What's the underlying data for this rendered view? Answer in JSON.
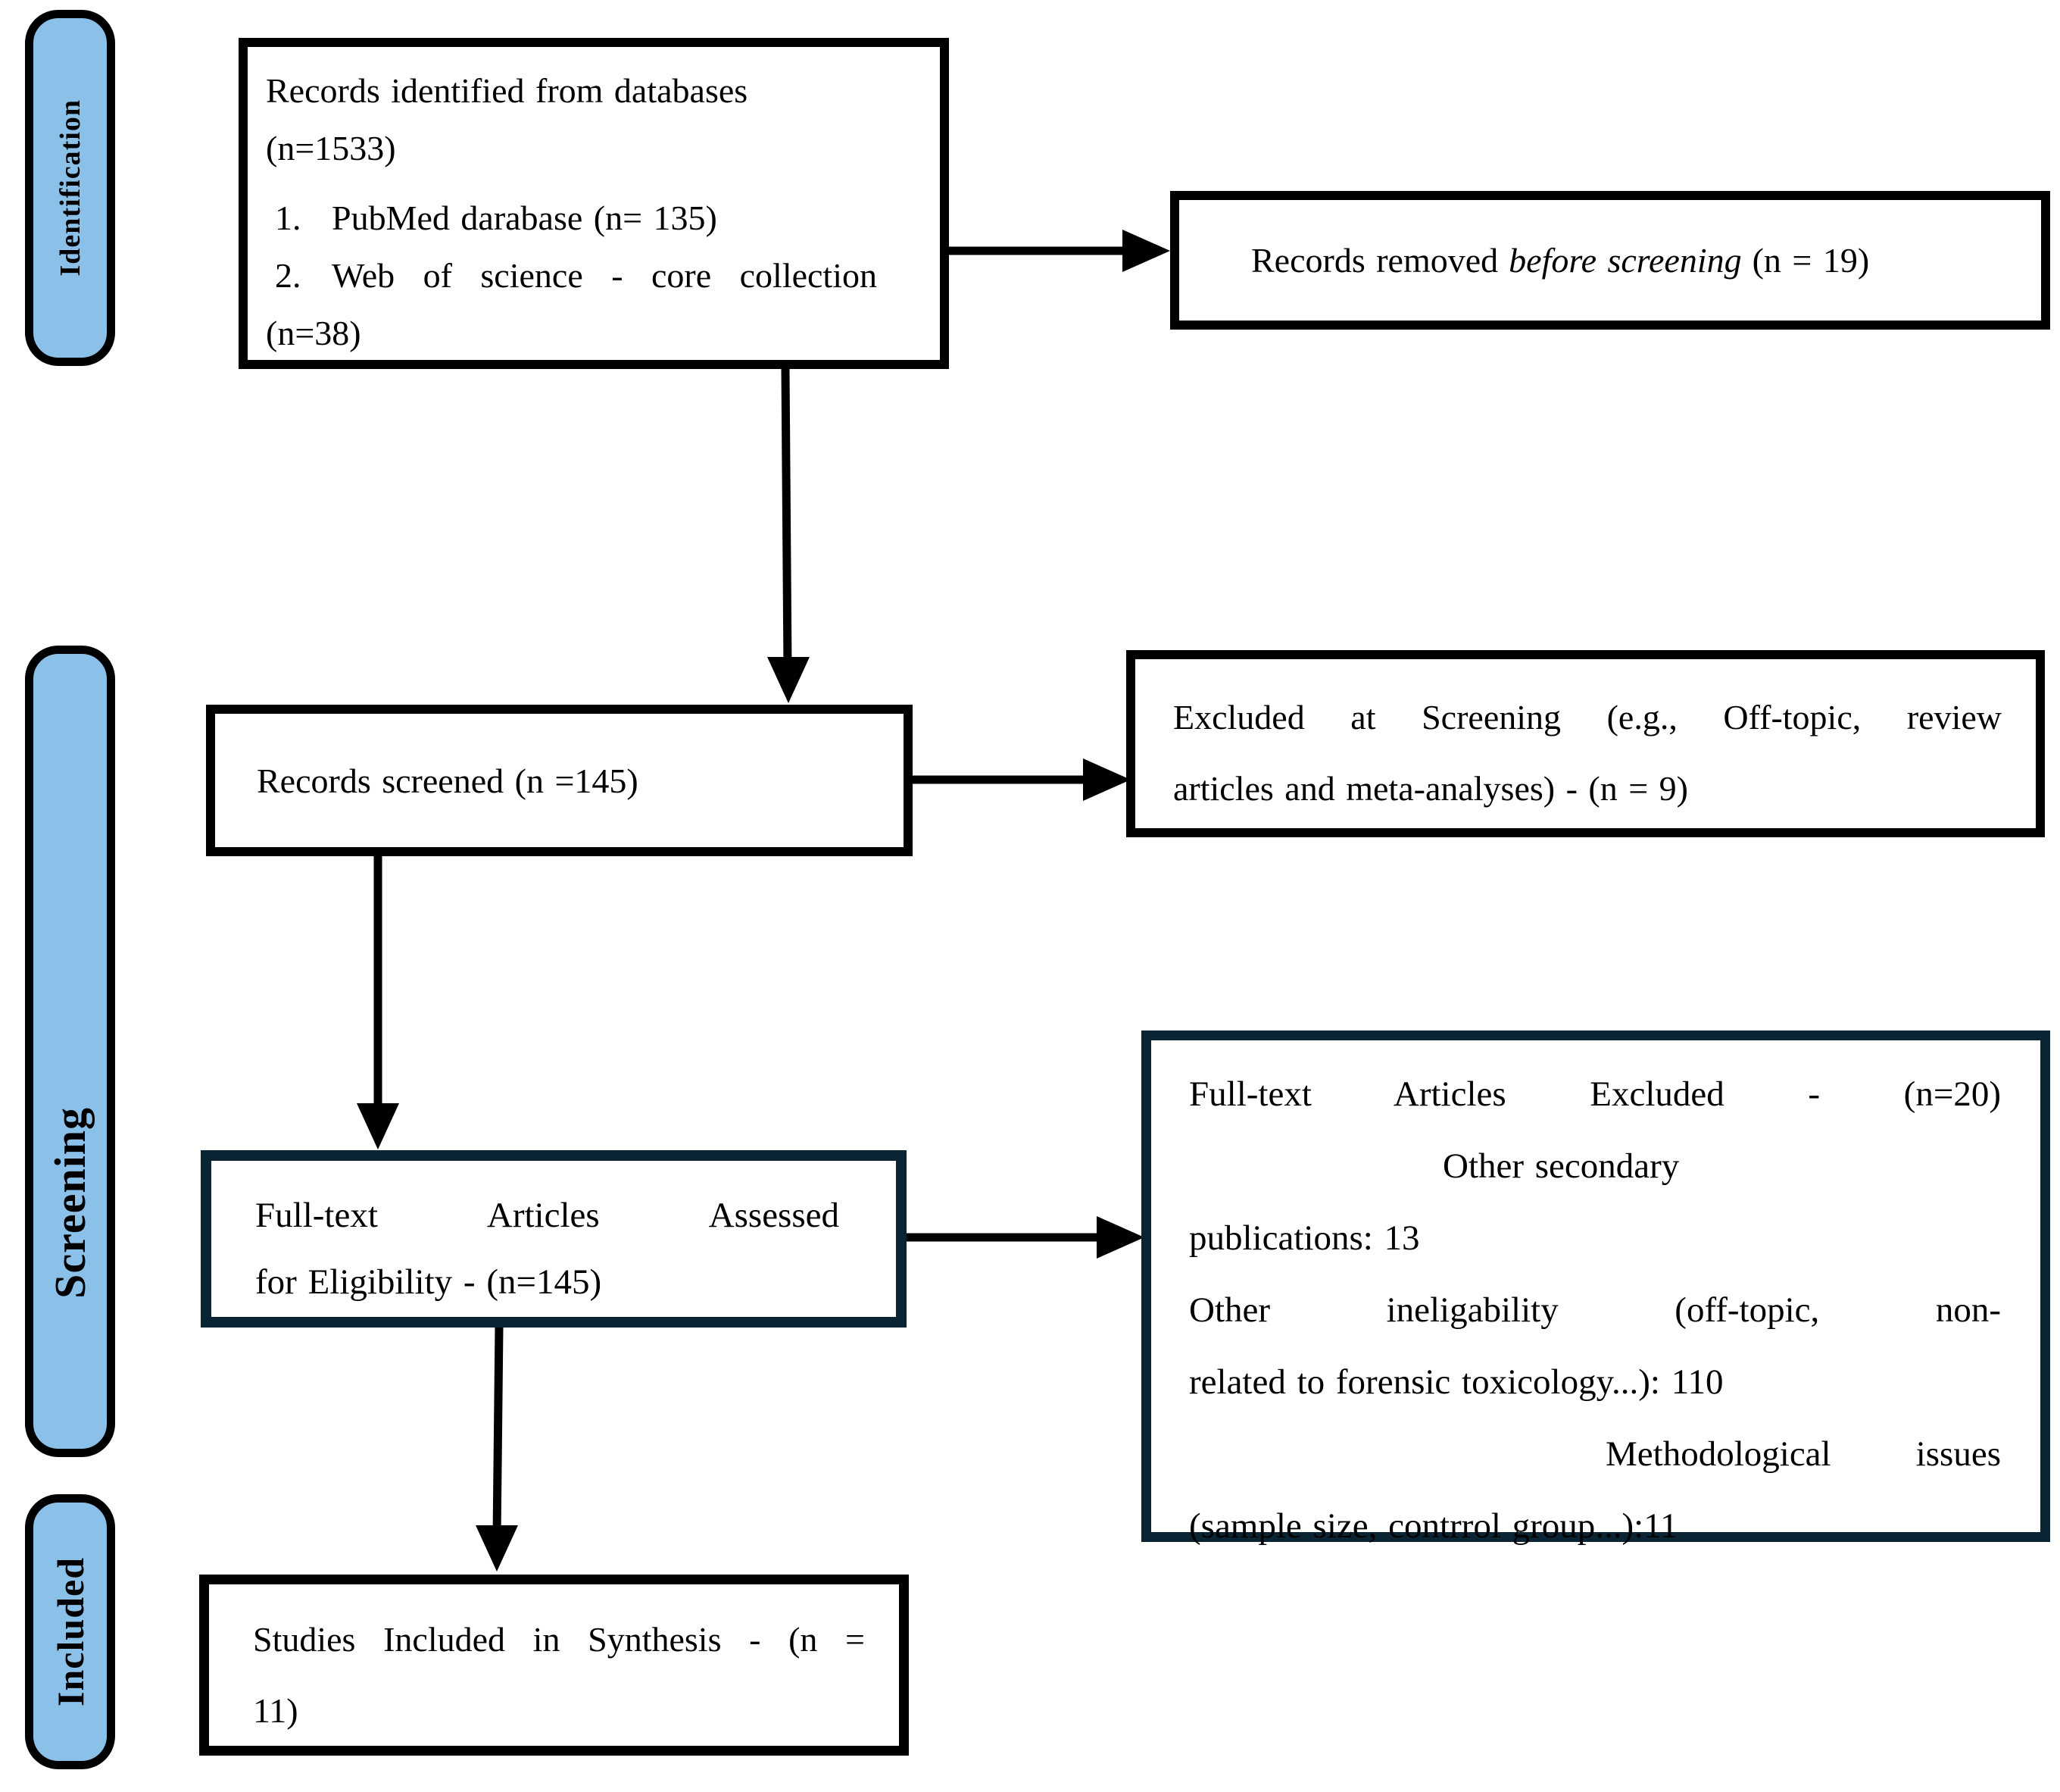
{
  "stages": {
    "identification": "Identification",
    "screening": "Screening",
    "included": "Included"
  },
  "boxes": {
    "records_identified": {
      "line1": "Records identified from databases",
      "line2": "(n=1533)",
      "items": [
        {
          "num": "1.",
          "text": "PubMed darabase (n= 135)"
        },
        {
          "num": "2.",
          "text": "Web of science - core collection"
        }
      ],
      "continuation": "(n=38)"
    },
    "records_removed": {
      "text_pre": "Records removed",
      "text_italic": "before screening",
      "text_post": "(n = 19)"
    },
    "records_screened": {
      "text": "Records screened (n =145)"
    },
    "excluded_at_screening": {
      "line1": "Excluded at Screening (e.g., Off-topic, review",
      "line2": "articles and meta-analyses) - (n = 9)"
    },
    "fulltext_assessed": {
      "line1": "Full-text Articles Assessed",
      "line2": "for Eligibility - (n=145)"
    },
    "fulltext_excluded": {
      "line1": "Full-text Articles Excluded - (n=20)",
      "line2": "Other secondary",
      "line3": "publications: 13",
      "line4": "Other ineligability (off-topic, non-",
      "line5": "related to forensic toxicology...): 110",
      "line6": "Methodological issues",
      "line7": "(sample size, contrrol group...):11"
    },
    "studies_included": {
      "line1": "Studies Included in Synthesis - (n =",
      "line2": "11)"
    }
  },
  "colors": {
    "stage_fill": "#8BC1E9",
    "stage_border": "#000000",
    "box_border": "#000000",
    "navy_border": "#0A2433",
    "arrow": "#000000"
  }
}
